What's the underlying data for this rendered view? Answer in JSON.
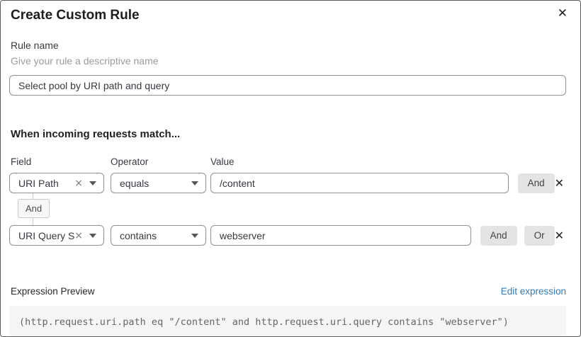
{
  "dialog": {
    "title": "Create Custom Rule"
  },
  "icons": {
    "close": "✕",
    "clear": "×",
    "remove": "✕"
  },
  "rule_name": {
    "label": "Rule name",
    "helper": "Give your rule a descriptive name",
    "value": "Select pool by URI path and query"
  },
  "match_section": {
    "heading": "When incoming requests match...",
    "columns": {
      "field": "Field",
      "operator": "Operator",
      "value": "Value"
    },
    "rows": [
      {
        "field": "URI Path",
        "operator": "equals",
        "value": "/content",
        "connectives": [
          "And"
        ]
      },
      {
        "field": "URI Query St...",
        "operator": "contains",
        "value": "webserver",
        "connectives": [
          "And",
          "Or"
        ]
      }
    ],
    "connector_label": "And"
  },
  "expression_preview": {
    "label": "Expression Preview",
    "edit_link": "Edit expression",
    "expression": "(http.request.uri.path eq \"/content\" and http.request.uri.query contains \"webserver\")"
  },
  "colors": {
    "link_blue": "#2f7cb8",
    "button_gray": "#e4e4e4",
    "code_background": "#f5f5f5",
    "input_border": "#919191",
    "dialog_border": "#5b5b5b",
    "helper_text": "#9b9b9b"
  }
}
